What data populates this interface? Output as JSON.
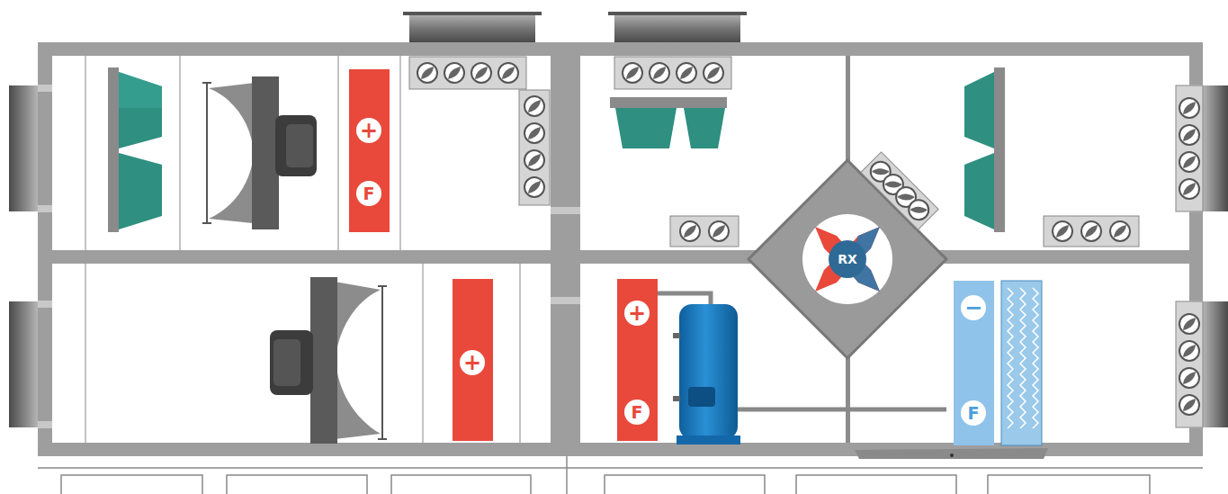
{
  "diagram": {
    "labels": [
      "+",
      "F",
      "+",
      "RX",
      "+",
      "F",
      "−",
      "F"
    ]
  }
}
